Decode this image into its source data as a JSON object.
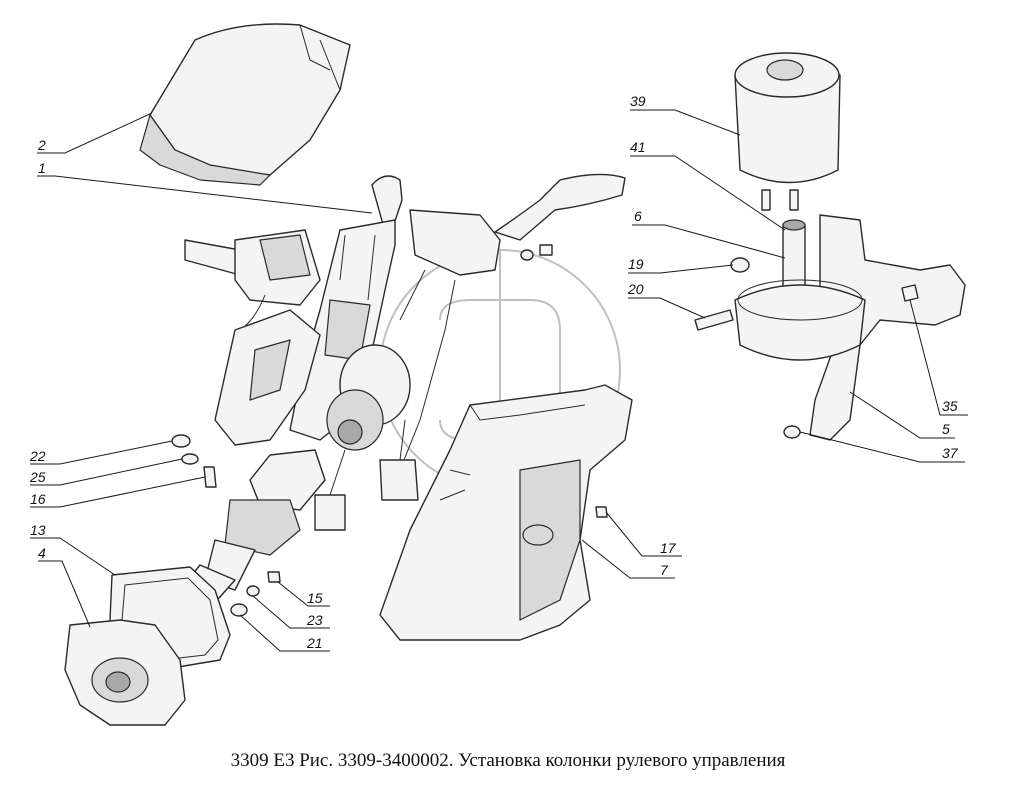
{
  "caption": "3309 Е3 Рис. 3309-3400002. Установка колонки рулевого управления",
  "callouts": [
    {
      "id": "2",
      "label": "2"
    },
    {
      "id": "1",
      "label": "1"
    },
    {
      "id": "22",
      "label": "22"
    },
    {
      "id": "25",
      "label": "25"
    },
    {
      "id": "16",
      "label": "16"
    },
    {
      "id": "13",
      "label": "13"
    },
    {
      "id": "4",
      "label": "4"
    },
    {
      "id": "15",
      "label": "15"
    },
    {
      "id": "23",
      "label": "23"
    },
    {
      "id": "21",
      "label": "21"
    },
    {
      "id": "17",
      "label": "17"
    },
    {
      "id": "7",
      "label": "7"
    },
    {
      "id": "39",
      "label": "39"
    },
    {
      "id": "41",
      "label": "41"
    },
    {
      "id": "6",
      "label": "6"
    },
    {
      "id": "19",
      "label": "19"
    },
    {
      "id": "20",
      "label": "20"
    },
    {
      "id": "35",
      "label": "35"
    },
    {
      "id": "5",
      "label": "5"
    },
    {
      "id": "37",
      "label": "37"
    }
  ]
}
